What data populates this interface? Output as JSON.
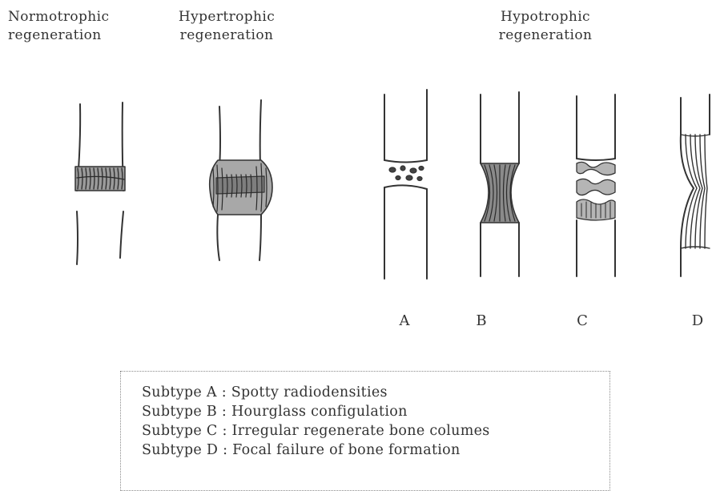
{
  "headers": {
    "normotrophic": [
      "Normotrophic",
      "regeneration"
    ],
    "hypertrophic": [
      "Hypertrophic",
      "regeneration"
    ],
    "hypotrophic": [
      "Hypotrophic",
      "regeneration"
    ]
  },
  "subtype_labels": [
    "A",
    "B",
    "C",
    "D"
  ],
  "legend": [
    "Subtype A : Spotty radiodensities",
    "Subtype B : Hourglass configulation",
    "Subtype C : Irregular regenerate bone columes",
    "Subtype D : Focal failure of bone formation"
  ]
}
